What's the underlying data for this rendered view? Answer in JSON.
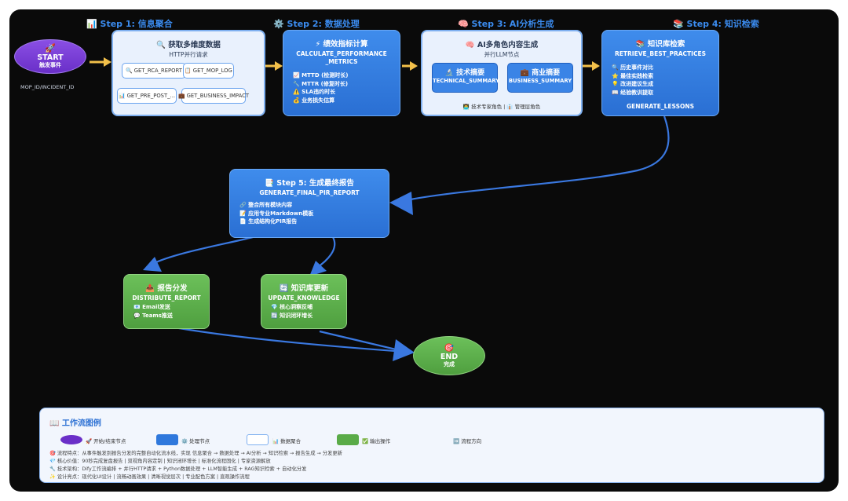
{
  "steps": {
    "s1": "📊 Step 1: 信息聚合",
    "s2": "⚙️ Step 2: 数据处理",
    "s3": "🧠 Step 3: AI分析生成",
    "s4": "📚 Step 4: 知识检索"
  },
  "start": {
    "icon": "🚀",
    "title": "START",
    "sub": "触发事件",
    "input": "MOP_ID/INCIDENT_ID"
  },
  "aggregate": {
    "title": "🔍 获取多维度数据",
    "sub": "HTTP并行请求",
    "chips": [
      "🔍 GET_RCA_REPORT",
      "📋 GET_MOP_LOG",
      "📊 GET_PRE_POST_...",
      "💼 GET_BUSINESS_IMPACT"
    ]
  },
  "metrics": {
    "title": "⚡ 绩效指标计算",
    "code1": "CALCULATE_PERFORMANCE",
    "code2": "_METRICS",
    "items": [
      "📈 MTTD (检测时长)",
      "🔧 MTTR (修复时长)",
      "⚠️ SLA违约时长",
      "💰 业务损失估算"
    ]
  },
  "ai": {
    "title": "🧠 AI多角色内容生成",
    "sub": "并行LLM节点",
    "tech_title": "🔬 技术摘要",
    "tech_code": "TECHNICAL_SUMMARY",
    "biz_title": "💼 商业摘要",
    "biz_code": "BUSINESS_SUMMARY",
    "footer": "👨‍💻 技术专家角色 | 👔 管理层角色"
  },
  "knowledge": {
    "title": "📚 知识库检索",
    "code": "RETRIEVE_BEST_PRACTICES",
    "items": [
      "🔍 历史事件对比",
      "⭐ 最佳实践检索",
      "💡 改进建议生成",
      "📖 经验教训提取"
    ],
    "bottom": "GENERATE_LESSONS"
  },
  "final": {
    "title": "📑 Step 5: 生成最终报告",
    "code": "GENERATE_FINAL_PIR_REPORT",
    "items": [
      "🔗 整合所有模块内容",
      "📝 应用专业Markdown模板",
      "📄 生成结构化PIR报告"
    ]
  },
  "distribute": {
    "title": "📤 报告分发",
    "code": "DISTRIBUTE_REPORT",
    "items": [
      "📧 Email发送",
      "💬 Teams推送"
    ]
  },
  "update": {
    "title": "🔄 知识库更新",
    "code": "UPDATE_KNOWLEDGE",
    "items": [
      "💎 核心洞察反哺",
      "🔄 知识闭环增长"
    ]
  },
  "end": {
    "icon": "🎯",
    "title": "END",
    "sub": "完成"
  },
  "legend": {
    "title": "📖 工作流图例",
    "items": [
      "🚀 开始/结束节点",
      "⚙️ 处理节点",
      "📊 数据聚合",
      "✅ 输出操作",
      "➡️ 流程方向"
    ],
    "lines": [
      "🎯 流程特点：从事件触发到报告分发的完整自动化流水线，实现 信息聚合 → 数据处理 → AI分析 → 知识检索 → 报告生成 → 分发更新",
      "💎 核心价值：90秒完成复盘报告 | 双视角内容定制 | 知识闭环增长 | 标准化流程固化 | 专家资源解放",
      "🔧 技术架构：Dify工作流编排 + 并行HTTP请求 + Python数据处理 + LLM智能生成 + RAG知识检索 + 自动化分发",
      "✨ 设计亮点：现代化UI设计 | 流畅动画效果 | 清晰视觉层次 | 专业配色方案 | 直观操作流程"
    ]
  },
  "colors": {
    "accent": "#3b8cf0",
    "process": "#2f78dc",
    "output": "#5aab48",
    "start": "#7b3fd6"
  }
}
